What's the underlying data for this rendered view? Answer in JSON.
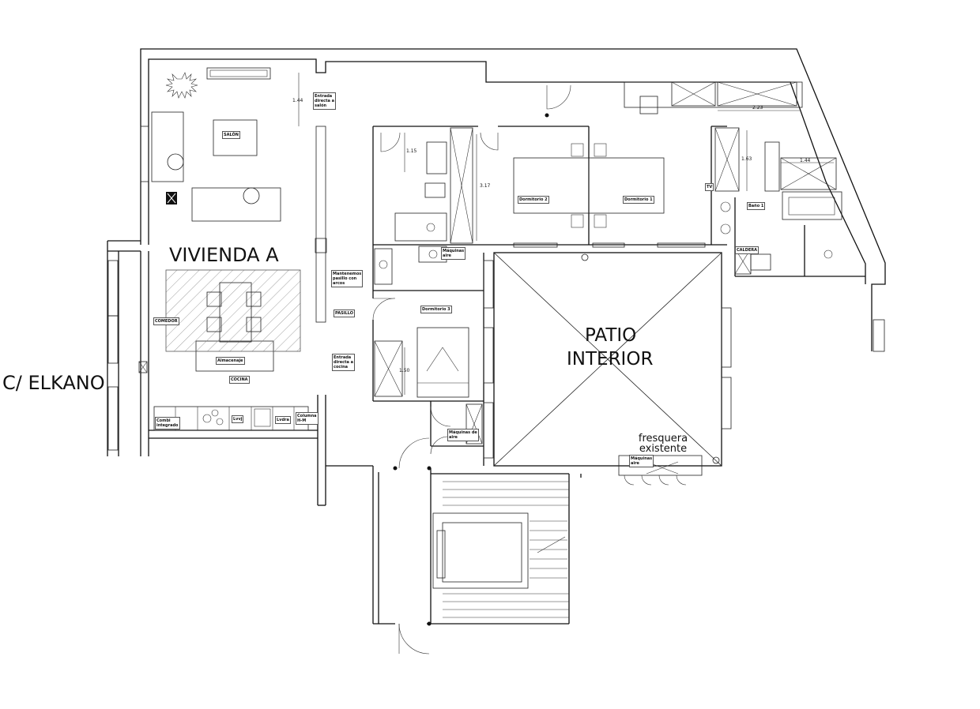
{
  "street": "C/ ELKANO",
  "dwelling": "VIVIENDA A",
  "patio": {
    "line1": "PATIO",
    "line2": "INTERIOR"
  },
  "fresquera": "fresquera\nexistente",
  "rooms": {
    "salon": "SALÓN",
    "comedor": "COMEDOR",
    "almacenaje": "Almacenaje",
    "cocina": "COCINA",
    "pasillo": "PASILLO",
    "dormitorio1": "Dormitorio 1",
    "dormitorio2": "Dormitorio 2",
    "dormitorio3": "Dormitorio 3",
    "bano1": "Baño 1",
    "caldera": "CALDERA",
    "tv": "TV"
  },
  "notes": {
    "entrada_salon": "Entrada\ndirecta a\nsalón",
    "entrada_cocina": "Entrada\ndirecta a\ncocina",
    "pasillo_arcos": "Mantenemos\npasillo con\narcos",
    "maquinas_aire_1": "Máquinas\naire",
    "maquinas_aire_2": "Máquinas de\naire",
    "maquinas_aire_3": "Máquinas\naire"
  },
  "kitchen": {
    "combi": "Combi\nintegrado",
    "lvvj": "Lvvj",
    "lvdra": "Lvdra",
    "columna": "Columna\nH-M"
  },
  "dimensions": {
    "d144a": "1.44",
    "d115": "1.15",
    "d317": "3.17",
    "d223": "2.23",
    "d163": "1.63",
    "d144b": "1.44",
    "d150": "1.50"
  }
}
